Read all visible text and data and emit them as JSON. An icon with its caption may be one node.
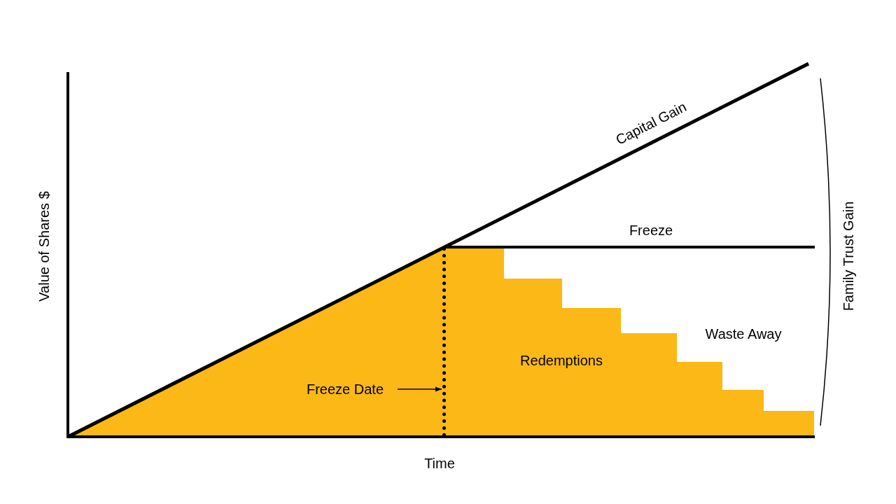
{
  "diagram": {
    "nodes": [
      {
        "text": [
          "Freeze Date"
        ]
      },
      {
        "text": [],
        "shape": "line"
      }
    ],
    "edges": [
      {
        "from": 0,
        "to": 1,
        "arrow": "to"
      }
    ],
    "labels": [
      "Capital Gain",
      "Freeze",
      "Value of Shares $",
      "Family Trust Gain",
      "Waste Away",
      "Redemptions",
      "Time"
    ]
  }
}
